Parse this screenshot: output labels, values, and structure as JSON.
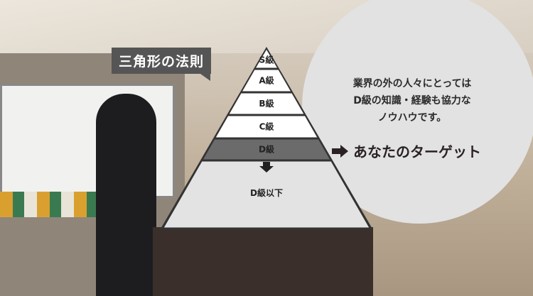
{
  "title_label": "三角形の法則",
  "pyramid": {
    "levels": [
      {
        "label": "S級",
        "highlight": false
      },
      {
        "label": "A級",
        "highlight": false
      },
      {
        "label": "B級",
        "highlight": false
      },
      {
        "label": "C級",
        "highlight": false
      },
      {
        "label": "D級",
        "highlight": true
      },
      {
        "label": "D級以下",
        "highlight": false
      }
    ]
  },
  "description": {
    "lines": [
      "業界の外の人々にとっては",
      "D級の知識・経験も協力な",
      "ノウハウです。"
    ]
  },
  "target": {
    "icon": "arrow-right-icon",
    "text": "あなたのターゲット"
  },
  "colors": {
    "highlight": "#6b6b6b",
    "base": "#e3e3e3",
    "outline": "#333333",
    "label_bg": "#555555"
  }
}
